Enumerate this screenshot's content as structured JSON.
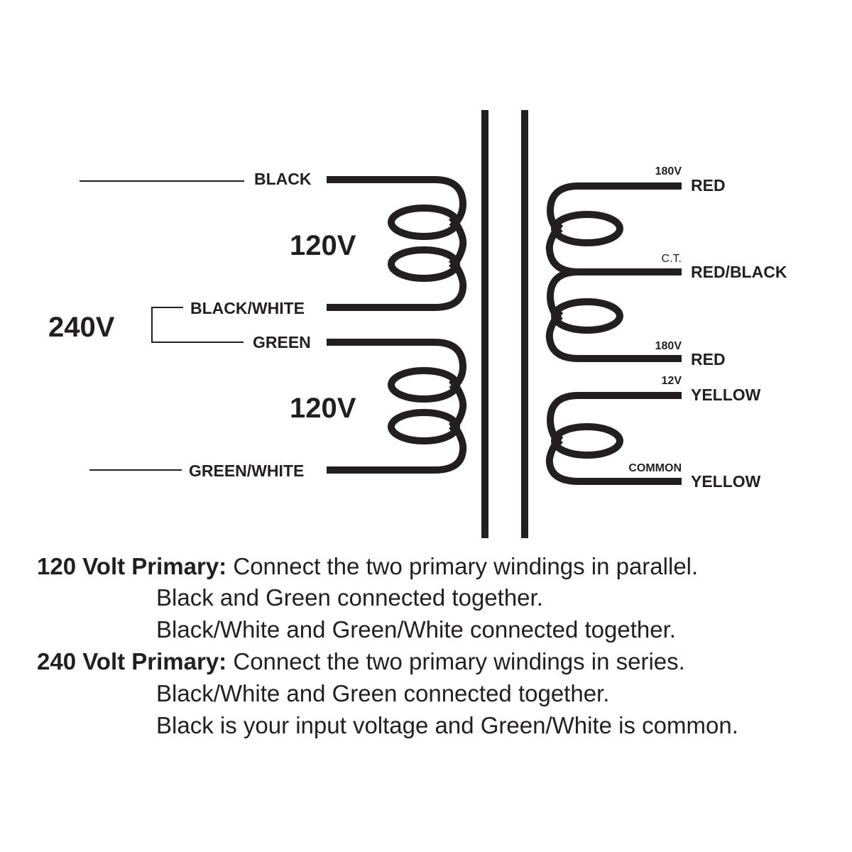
{
  "primary": {
    "wires": {
      "black": "BLACK",
      "black_white": "BLACK/WHITE",
      "green": "GREEN",
      "green_white": "GREEN/WHITE"
    },
    "winding_top_voltage": "120V",
    "winding_bottom_voltage": "120V",
    "series_voltage": "240V"
  },
  "secondary": {
    "taps": [
      {
        "voltage": "180V",
        "wire": "RED"
      },
      {
        "voltage": "C.T.",
        "wire": "RED/BLACK"
      },
      {
        "voltage": "180V",
        "wire": "RED"
      },
      {
        "voltage": "12V",
        "wire": "YELLOW"
      },
      {
        "voltage": "COMMON",
        "wire": "YELLOW"
      }
    ]
  },
  "notes": {
    "primary_120": {
      "heading": "120 Volt Primary:",
      "text": " Connect the two primary windings in parallel.",
      "lines": [
        "Black and Green connected together.",
        "Black/White and Green/White connected together."
      ]
    },
    "primary_240": {
      "heading": "240 Volt Primary:",
      "text": " Connect the two primary windings in series.",
      "lines": [
        "Black/White and Green connected together.",
        "Black is your input voltage and Green/White is common."
      ]
    }
  }
}
